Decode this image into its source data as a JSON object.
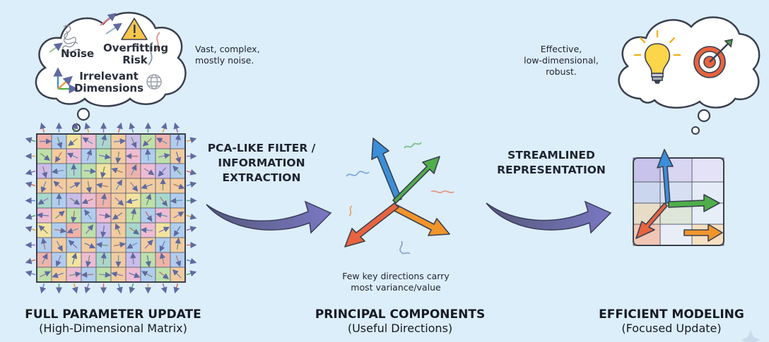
{
  "left_cloud": {
    "noise": "Noise",
    "overfitting_line1": "Overfitting",
    "overfitting_line2": "Risk",
    "irrelevant_line1": "Irrelevant",
    "irrelevant_line2": "Dimensions"
  },
  "left_note": [
    "Vast, complex,",
    "mostly noise."
  ],
  "right_note": [
    "Effective,",
    "low-dimensional,",
    "robust."
  ],
  "arrow1_label": [
    "PCA-LIKE FILTER /",
    "INFORMATION",
    "EXTRACTION"
  ],
  "arrow2_label": [
    "STREAMLINED",
    "REPRESENTATION"
  ],
  "middle_caption": [
    "Few key directions carry",
    "most variance/value"
  ],
  "sections": [
    {
      "title": "FULL PARAMETER UPDATE",
      "subtitle": "(High-Dimensional Matrix)"
    },
    {
      "title": "PRINCIPAL COMPONENTS",
      "subtitle": "(Useful Directions)"
    },
    {
      "title": "EFFICIENT MODELING",
      "subtitle": "(Focused Update)"
    }
  ],
  "icons": [
    "noise-scribble-icon",
    "warning-triangle-icon",
    "axes-icon",
    "globe-icon",
    "lightbulb-icon",
    "target-icon"
  ],
  "colors": {
    "background": "#dceef9",
    "arrow_fill": "#6a6aa6",
    "blue": "#3a8fd8",
    "green": "#4fae4a",
    "orange": "#f0952c",
    "red": "#e8643f"
  }
}
